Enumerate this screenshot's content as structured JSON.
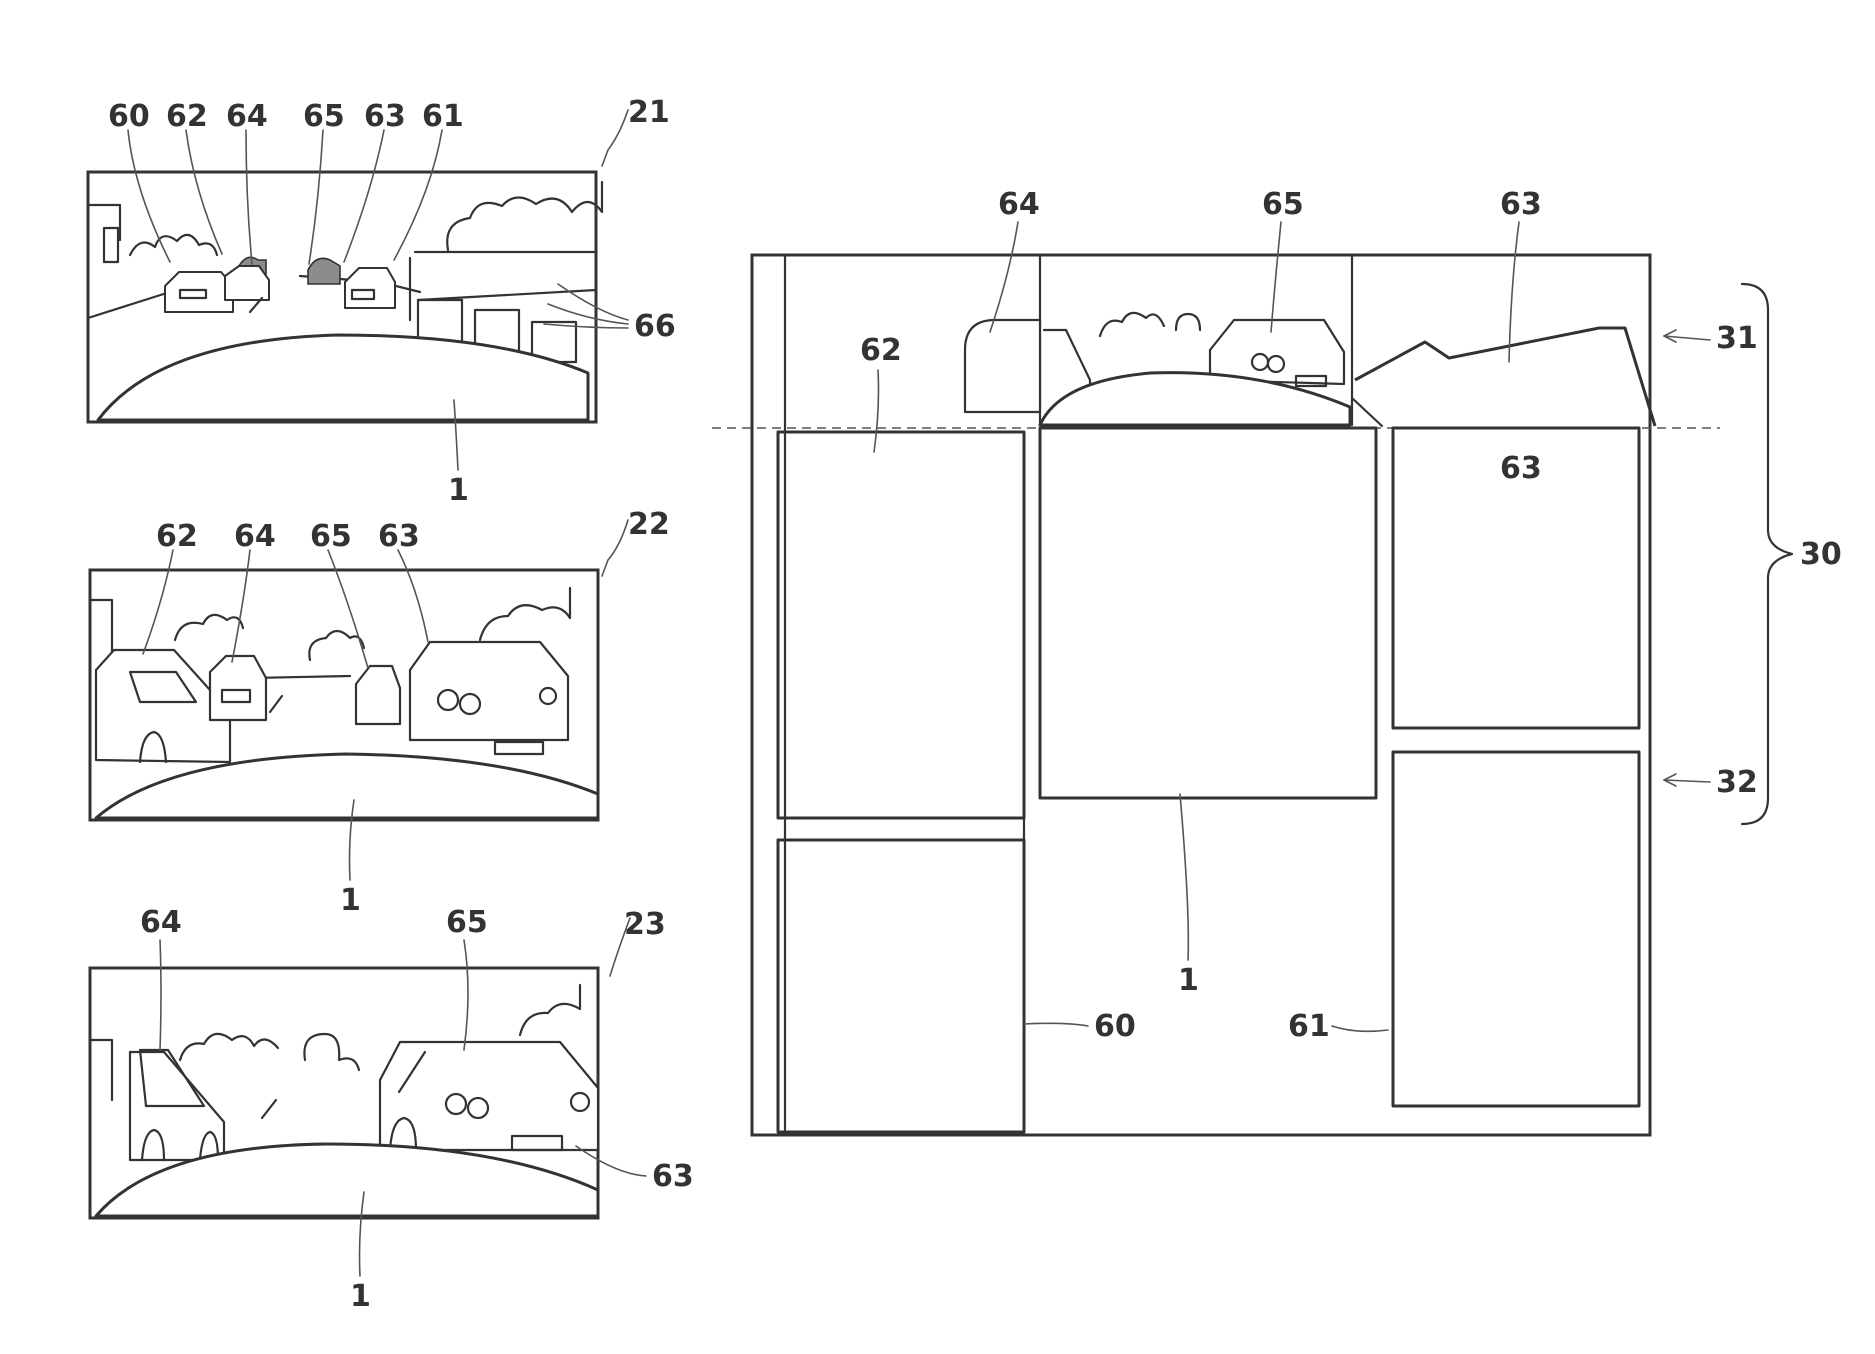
{
  "labels": {
    "view_21": "21",
    "view_22": "22",
    "view_23": "23",
    "map_30": "30",
    "layer_31": "31",
    "layer_32": "32",
    "r1": "1",
    "r60": "60",
    "r61": "61",
    "r62": "62",
    "r63": "63",
    "r64": "64",
    "r65": "65",
    "r66": "66"
  }
}
